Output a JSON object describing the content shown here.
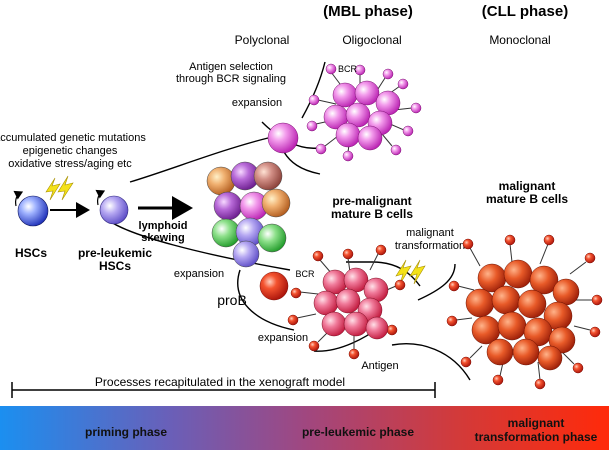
{
  "headers": {
    "mbl_phase": "(MBL phase)",
    "cll_phase": "(CLL phase)",
    "polyclonal": "Polyclonal",
    "oligoclonal": "Oligoclonal",
    "monoclonal": "Monoclonal"
  },
  "labels": {
    "antigen_selection_1": "Antigen selection",
    "antigen_selection_2": "through BCR signaling",
    "bcr_top": "BCR",
    "bcr_bottom": "BCR",
    "expansion_top": "expansion",
    "expansion_mid": "expansion",
    "expansion_bottom": "expansion",
    "mutations_1": "accumulated genetic mutations",
    "mutations_2": "epigenetic changes",
    "mutations_3": "oxidative stress/aging etc",
    "hscs": "HSCs",
    "pre_leukemic_1": "pre-leukemic",
    "pre_leukemic_2": "HSCs",
    "lymphoid_1": "lymphoid",
    "lymphoid_2": "skewing",
    "prob": "proB",
    "pre_malignant_1": "pre-malignant",
    "pre_malignant_2": "mature B cells",
    "malignant_transformation_1": "malignant",
    "malignant_transformation_2": "transformation",
    "malignant_mature_1": "malignant",
    "malignant_mature_2": "mature B cells",
    "antigen": "Antigen",
    "xenograft": "Processes recapitulated in the xenograft model"
  },
  "phases": {
    "priming": "priming phase",
    "pre_leukemic": "pre-leukemic phase",
    "malignant_1": "malignant",
    "malignant_2": "transformation phase"
  },
  "colors": {
    "hsc_blue": "#3b4fd8",
    "magenta_cell": "#e15bd8",
    "red_cell": "#e8321c",
    "lightning": "#f4e21a",
    "phase_start": "#1b8ff0",
    "phase_end": "#ff2a0a"
  }
}
